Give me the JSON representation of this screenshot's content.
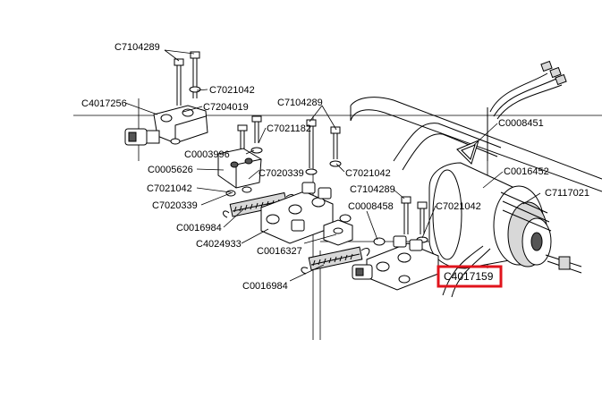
{
  "diagram": {
    "labels": {
      "c7104289_top": "C7104289",
      "c4017256": "C4017256",
      "c7021042_a": "C7021042",
      "c7204019": "C7204019",
      "c7021182": "C7021182",
      "c0003996": "C0003996",
      "c0005626": "C0005626",
      "c7020339_a": "C7020339",
      "c7021042_b": "C7021042",
      "c7020339_b": "C7020339",
      "c0016984_a": "C0016984",
      "c4024933": "C4024933",
      "c7104289_mid": "C7104289",
      "c7021042_c": "C7021042",
      "c0008451": "C0008451",
      "c0016452": "C0016452",
      "c7117021": "C7117021",
      "c7104289_low": "C7104289",
      "c0008458": "C0008458",
      "c7021042_d": "C7021042",
      "c0016327": "C0016327",
      "c4017159": "C4017159",
      "c0016984_b": "C0016984"
    },
    "highlight_color": "#e0141c"
  }
}
